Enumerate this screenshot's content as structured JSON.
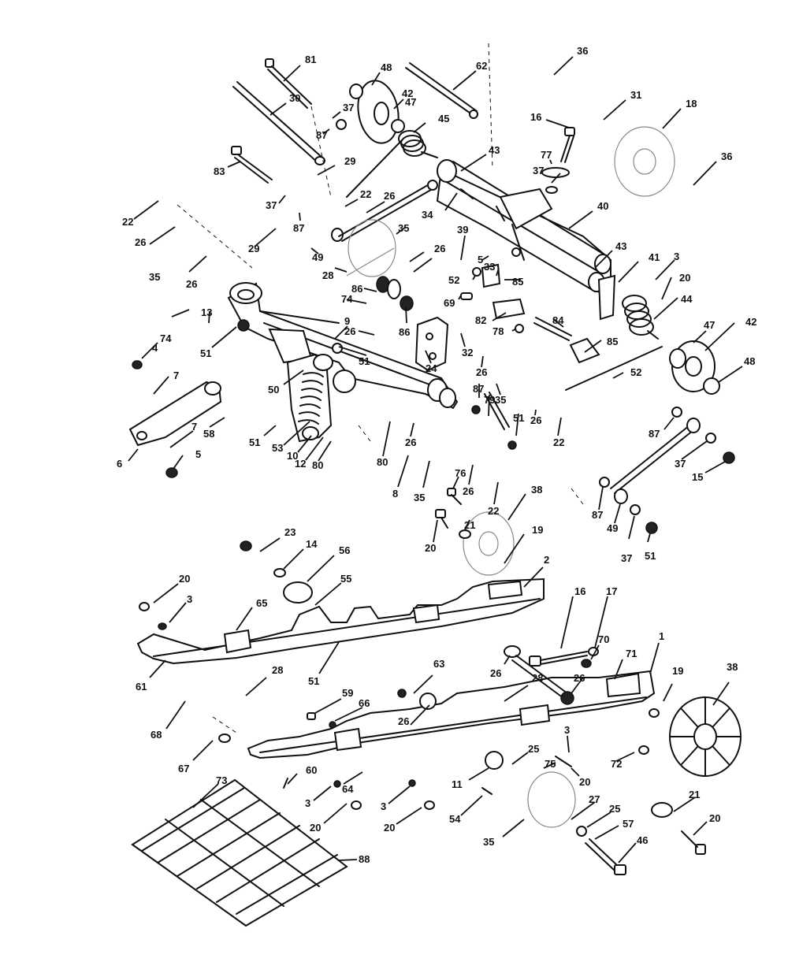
{
  "callouts": [
    {
      "id": "c81",
      "label": "81"
    },
    {
      "id": "c48a",
      "label": "48"
    },
    {
      "id": "c62",
      "label": "62"
    },
    {
      "id": "c36a",
      "label": "36"
    },
    {
      "id": "c30",
      "label": "30"
    },
    {
      "id": "c42a",
      "label": "42"
    },
    {
      "id": "c47a",
      "label": "47"
    },
    {
      "id": "c37a",
      "label": "37"
    },
    {
      "id": "c45",
      "label": "45"
    },
    {
      "id": "c31",
      "label": "31"
    },
    {
      "id": "c87a",
      "label": "87"
    },
    {
      "id": "c16a",
      "label": "16"
    },
    {
      "id": "c18",
      "label": "18"
    },
    {
      "id": "c43a",
      "label": "43"
    },
    {
      "id": "c77",
      "label": "77"
    },
    {
      "id": "c36b",
      "label": "36"
    },
    {
      "id": "c83",
      "label": "83"
    },
    {
      "id": "c29a",
      "label": "29"
    },
    {
      "id": "c37b",
      "label": "37"
    },
    {
      "id": "c22a",
      "label": "22"
    },
    {
      "id": "c26a",
      "label": "26"
    },
    {
      "id": "c34",
      "label": "34"
    },
    {
      "id": "c40",
      "label": "40"
    },
    {
      "id": "c22b",
      "label": "22"
    },
    {
      "id": "c37c",
      "label": "37"
    },
    {
      "id": "c87b",
      "label": "87"
    },
    {
      "id": "c35a",
      "label": "35"
    },
    {
      "id": "c39",
      "label": "39"
    },
    {
      "id": "c26b",
      "label": "26"
    },
    {
      "id": "c29b",
      "label": "29"
    },
    {
      "id": "c49a",
      "label": "49"
    },
    {
      "id": "c26c",
      "label": "26"
    },
    {
      "id": "c5a",
      "label": "5"
    },
    {
      "id": "c43b",
      "label": "43"
    },
    {
      "id": "c41",
      "label": "41"
    },
    {
      "id": "c3a",
      "label": "3"
    },
    {
      "id": "c35b",
      "label": "35"
    },
    {
      "id": "c26d",
      "label": "26"
    },
    {
      "id": "c28a",
      "label": "28"
    },
    {
      "id": "c52a",
      "label": "52"
    },
    {
      "id": "c33",
      "label": "33"
    },
    {
      "id": "c85a",
      "label": "85"
    },
    {
      "id": "c20a",
      "label": "20"
    },
    {
      "id": "c86a",
      "label": "86"
    },
    {
      "id": "c74a",
      "label": "74"
    },
    {
      "id": "c69",
      "label": "69"
    },
    {
      "id": "c44",
      "label": "44"
    },
    {
      "id": "c13",
      "label": "13"
    },
    {
      "id": "c82",
      "label": "82"
    },
    {
      "id": "c84",
      "label": "84"
    },
    {
      "id": "c9",
      "label": "9"
    },
    {
      "id": "c86b",
      "label": "86"
    },
    {
      "id": "c47b",
      "label": "47"
    },
    {
      "id": "c42b",
      "label": "42"
    },
    {
      "id": "c74b",
      "label": "74"
    },
    {
      "id": "c26e",
      "label": "26"
    },
    {
      "id": "c78",
      "label": "78"
    },
    {
      "id": "c51a",
      "label": "51"
    },
    {
      "id": "c85b",
      "label": "85"
    },
    {
      "id": "c32",
      "label": "32"
    },
    {
      "id": "c4",
      "label": "4"
    },
    {
      "id": "c51b",
      "label": "51"
    },
    {
      "id": "c24",
      "label": "24"
    },
    {
      "id": "c26f",
      "label": "26"
    },
    {
      "id": "c52b",
      "label": "52"
    },
    {
      "id": "c48b",
      "label": "48"
    },
    {
      "id": "c7a",
      "label": "7"
    },
    {
      "id": "c50",
      "label": "50"
    },
    {
      "id": "c87c",
      "label": "87"
    },
    {
      "id": "c79",
      "label": "79"
    },
    {
      "id": "c35c",
      "label": "35"
    },
    {
      "id": "c51c",
      "label": "51"
    },
    {
      "id": "c26g",
      "label": "26"
    },
    {
      "id": "c58",
      "label": "58"
    },
    {
      "id": "c7b",
      "label": "7"
    },
    {
      "id": "c51d",
      "label": "51"
    },
    {
      "id": "c53",
      "label": "53"
    },
    {
      "id": "c10",
      "label": "10"
    },
    {
      "id": "c12",
      "label": "12"
    },
    {
      "id": "c26h",
      "label": "26"
    },
    {
      "id": "c22c",
      "label": "22"
    },
    {
      "id": "c87d",
      "label": "87"
    },
    {
      "id": "c6",
      "label": "6"
    },
    {
      "id": "c80a",
      "label": "80"
    },
    {
      "id": "c80b",
      "label": "80"
    },
    {
      "id": "c37d",
      "label": "37"
    },
    {
      "id": "c15",
      "label": "15"
    },
    {
      "id": "c5b",
      "label": "5"
    },
    {
      "id": "c8",
      "label": "8"
    },
    {
      "id": "c35d",
      "label": "35"
    },
    {
      "id": "c76",
      "label": "76"
    },
    {
      "id": "c26i",
      "label": "26"
    },
    {
      "id": "c22d",
      "label": "22"
    },
    {
      "id": "c38a",
      "label": "38"
    },
    {
      "id": "c87e",
      "label": "87"
    },
    {
      "id": "c49b",
      "label": "49"
    },
    {
      "id": "c37e",
      "label": "37"
    },
    {
      "id": "c51e",
      "label": "51"
    },
    {
      "id": "c21a",
      "label": "21"
    },
    {
      "id": "c20b",
      "label": "20"
    },
    {
      "id": "c19a",
      "label": "19"
    },
    {
      "id": "c23",
      "label": "23"
    },
    {
      "id": "c14",
      "label": "14"
    },
    {
      "id": "c56",
      "label": "56"
    },
    {
      "id": "c55",
      "label": "55"
    },
    {
      "id": "c2",
      "label": "2"
    },
    {
      "id": "c20c",
      "label": "20"
    },
    {
      "id": "c3b",
      "label": "3"
    },
    {
      "id": "c65",
      "label": "65"
    },
    {
      "id": "c16b",
      "label": "16"
    },
    {
      "id": "c17",
      "label": "17"
    },
    {
      "id": "c70",
      "label": "70"
    },
    {
      "id": "c1",
      "label": "1"
    },
    {
      "id": "c71",
      "label": "71"
    },
    {
      "id": "c61",
      "label": "61"
    },
    {
      "id": "c51f",
      "label": "51"
    },
    {
      "id": "c26j",
      "label": "26"
    },
    {
      "id": "c26k",
      "label": "26"
    },
    {
      "id": "c28b",
      "label": "28"
    },
    {
      "id": "c28c",
      "label": "28"
    },
    {
      "id": "c19b",
      "label": "19"
    },
    {
      "id": "c38b",
      "label": "38"
    },
    {
      "id": "c63",
      "label": "63"
    },
    {
      "id": "c59",
      "label": "59"
    },
    {
      "id": "c66",
      "label": "66"
    },
    {
      "id": "c26l",
      "label": "26"
    },
    {
      "id": "c68",
      "label": "68"
    },
    {
      "id": "c3c",
      "label": "3"
    },
    {
      "id": "c25a",
      "label": "25"
    },
    {
      "id": "c67",
      "label": "67"
    },
    {
      "id": "c75",
      "label": "75"
    },
    {
      "id": "c72",
      "label": "72"
    },
    {
      "id": "c20d",
      "label": "20"
    },
    {
      "id": "c11",
      "label": "11"
    },
    {
      "id": "c60",
      "label": "60"
    },
    {
      "id": "c73",
      "label": "73"
    },
    {
      "id": "c64",
      "label": "64"
    },
    {
      "id": "c3d",
      "label": "3"
    },
    {
      "id": "c3e",
      "label": "3"
    },
    {
      "id": "c20e",
      "label": "20"
    },
    {
      "id": "c20f",
      "label": "20"
    },
    {
      "id": "c54",
      "label": "54"
    },
    {
      "id": "c27",
      "label": "27"
    },
    {
      "id": "c21b",
      "label": "21"
    },
    {
      "id": "c20g",
      "label": "20"
    },
    {
      "id": "c25b",
      "label": "25"
    },
    {
      "id": "c57",
      "label": "57"
    },
    {
      "id": "c35e",
      "label": "35"
    },
    {
      "id": "c46",
      "label": "46"
    },
    {
      "id": "c88",
      "label": "88"
    }
  ]
}
